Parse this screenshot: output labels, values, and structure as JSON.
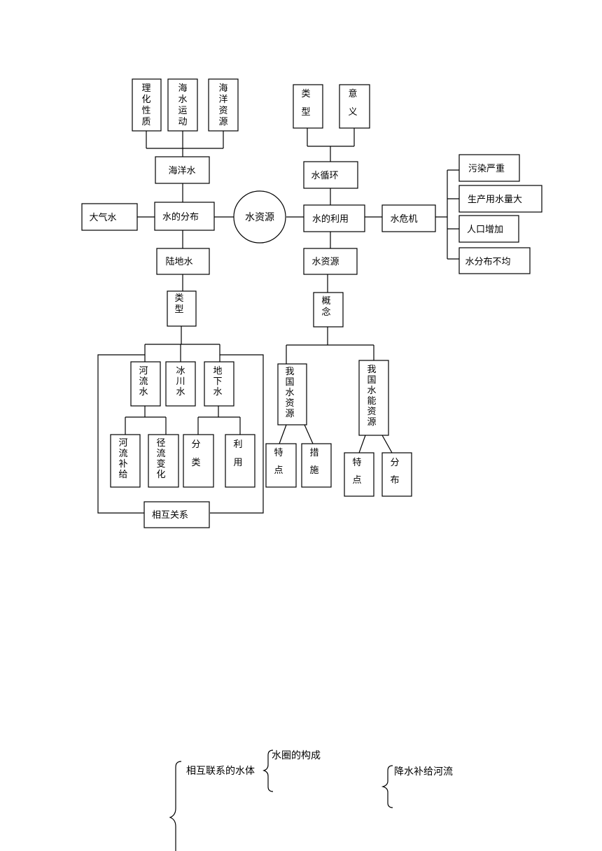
{
  "diagram": {
    "center": "水资源",
    "left": {
      "distribution": "水的分布",
      "atmosphere": "大气水",
      "ocean": "海洋水",
      "ocean_topics": [
        "理化性质",
        "海水运动",
        "海洋资源"
      ],
      "land": "陆地水",
      "land_types": "类型",
      "land_kinds": [
        "河流水",
        "冰川水",
        "地下水"
      ],
      "river_topics": [
        "河流补给",
        "径流变化"
      ],
      "ground_topics": [
        "分类",
        "利用"
      ],
      "relation": "相互关系"
    },
    "right": {
      "use": "水的利用",
      "cycle": "水循环",
      "cycle_topics": [
        "类型",
        "意义"
      ],
      "crisis": "水危机",
      "crisis_causes": [
        "污染严重",
        "生产用水量大",
        "人口增加",
        "水分布不均"
      ],
      "resource": "水资源",
      "concept": "概念",
      "china_water": "我国水资源",
      "china_water_topics": [
        "特点",
        "措施"
      ],
      "china_hydro": "我国水能资源",
      "china_hydro_topics": [
        "特点",
        "分布"
      ]
    }
  },
  "outline": {
    "main": "相互联系的水体",
    "sub1": "水圈的构成",
    "sub2": "降水补给河流"
  }
}
